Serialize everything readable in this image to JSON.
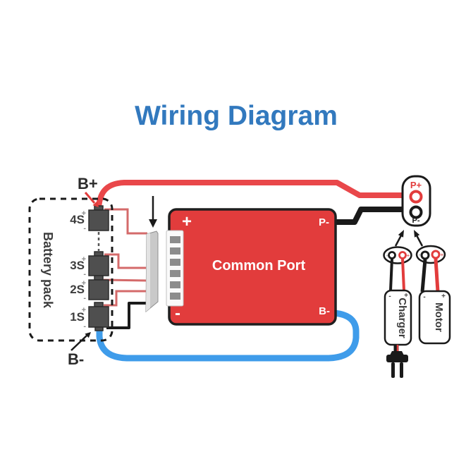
{
  "title": "Wiring Diagram",
  "battery": {
    "label": "Battery pack",
    "cells": [
      "4S",
      "3S",
      "2S",
      "1S"
    ],
    "terminal_positive": "B+",
    "terminal_negative": "B-"
  },
  "marks": {
    "plus": "+",
    "minus": "-"
  },
  "board": {
    "name": "Common Port",
    "top_left": "+",
    "top_right": "P-",
    "bottom_left": "-",
    "bottom_right": "B-"
  },
  "output_connector": {
    "positive": "P+",
    "negative": "P-"
  },
  "devices": {
    "charger": {
      "label": "Charger",
      "minus": "-",
      "plus": "+"
    },
    "motor": {
      "label": "Motor",
      "minus": "-",
      "plus": "+"
    }
  },
  "colors": {
    "title_blue": "#3279BE",
    "board_red": "#E23C3C",
    "wire_red": "#E9474A",
    "wire_black": "#1A1A1A",
    "wire_blue": "#3F9CEA",
    "balance_red": "#D46A6A",
    "cell_gray": "#4F4F4F",
    "connector_gray": "#C9C9C9"
  }
}
